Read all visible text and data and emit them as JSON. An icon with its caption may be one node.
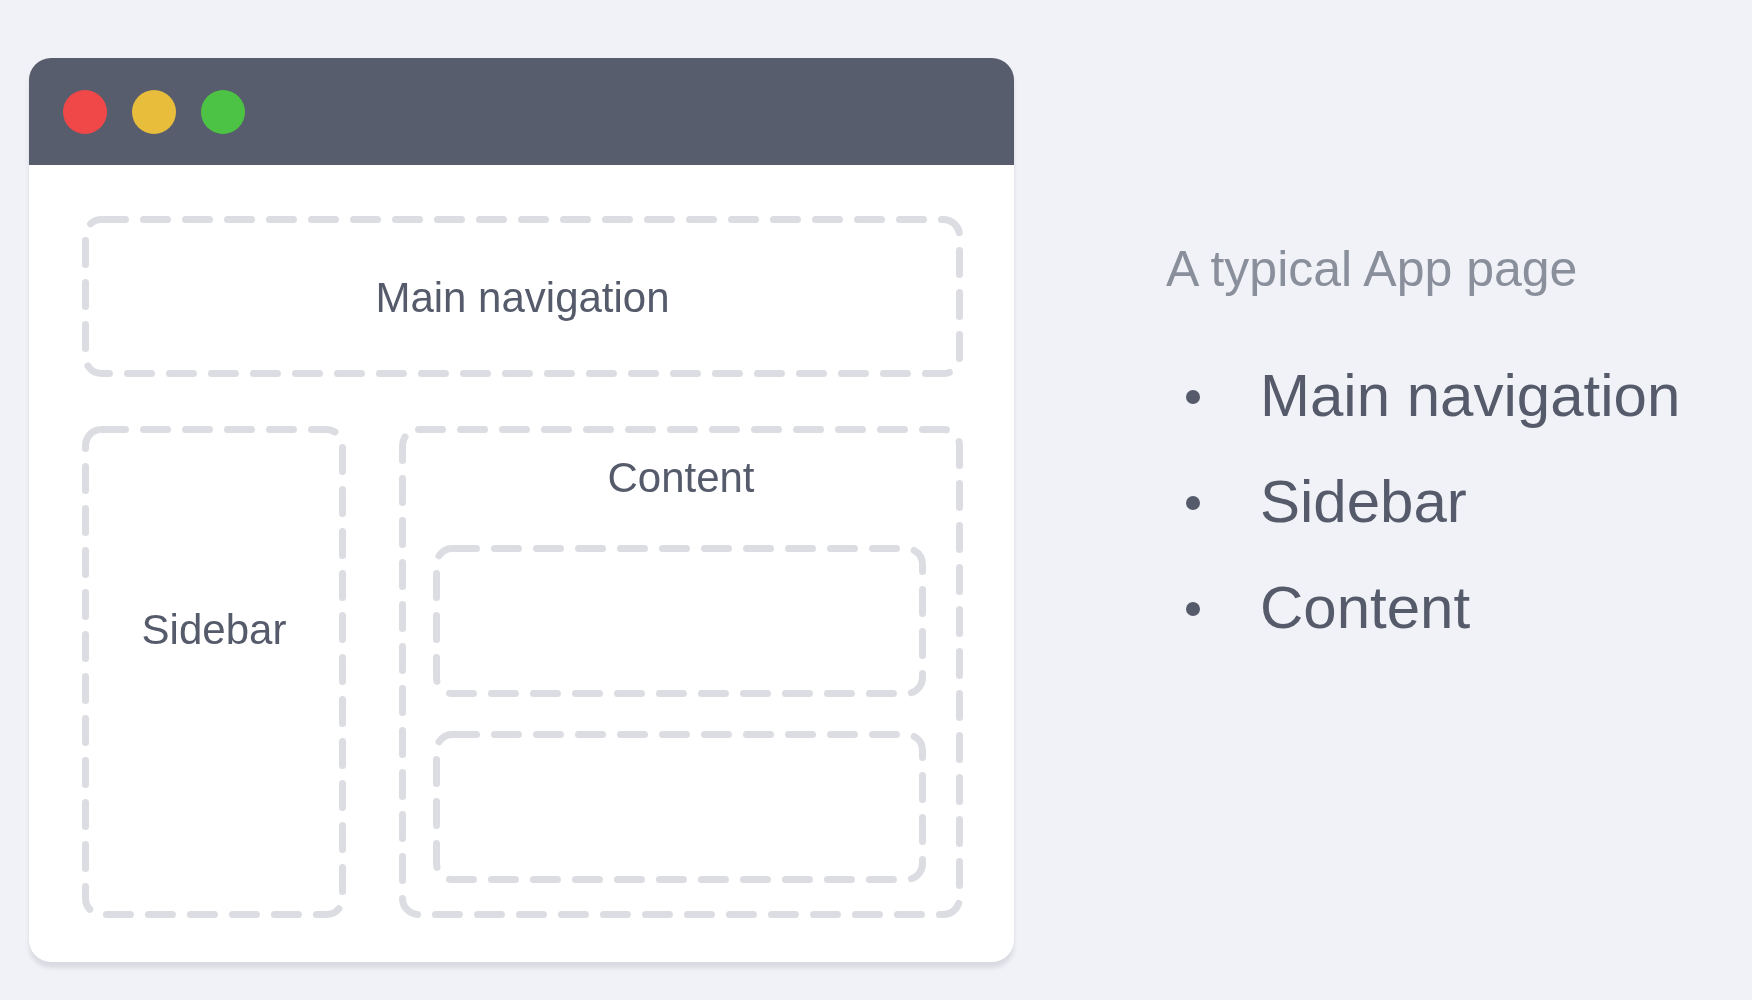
{
  "diagram": {
    "title": "A typical App page",
    "nodes": [
      {
        "text": [],
        "shape": "window"
      },
      {
        "text": [
          "Main navigation"
        ],
        "in": 0
      },
      {
        "text": [
          "Sidebar"
        ],
        "in": 0
      },
      {
        "text": [
          "Content"
        ],
        "in": 0
      },
      {
        "text": [],
        "shape": "box",
        "in": 3
      },
      {
        "text": [],
        "shape": "box",
        "in": 3
      }
    ],
    "labels": [
      "Main navigation",
      "Sidebar",
      "Content"
    ]
  }
}
